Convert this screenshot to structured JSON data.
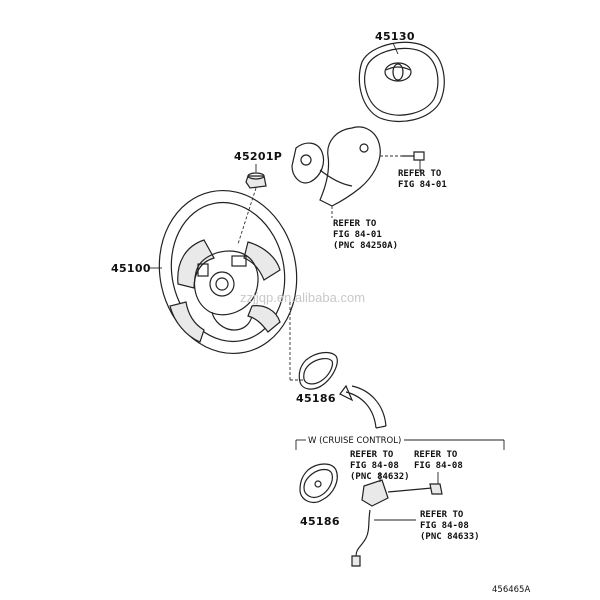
{
  "parts": {
    "p45130": "45130",
    "p45201p": "45201P",
    "p45100": "45100",
    "p45186_a": "45186",
    "p45186_b": "45186"
  },
  "refs": {
    "r1": [
      "REFER TO",
      "FIG 84-01"
    ],
    "r2": [
      "REFER TO",
      "FIG 84-01",
      "(PNC 84250A)"
    ],
    "r3": [
      "REFER TO",
      "FIG 84-08",
      "(PNC 84632)"
    ],
    "r4": [
      "REFER TO",
      "FIG 84-08"
    ],
    "r5": [
      "REFER TO",
      "FIG 84-08",
      "(PNC 84633)"
    ]
  },
  "variant_label": "W (CRUISE CONTROL)",
  "watermark": "zzjjqp.en.alibaba.com",
  "diagram_id": "456465A"
}
